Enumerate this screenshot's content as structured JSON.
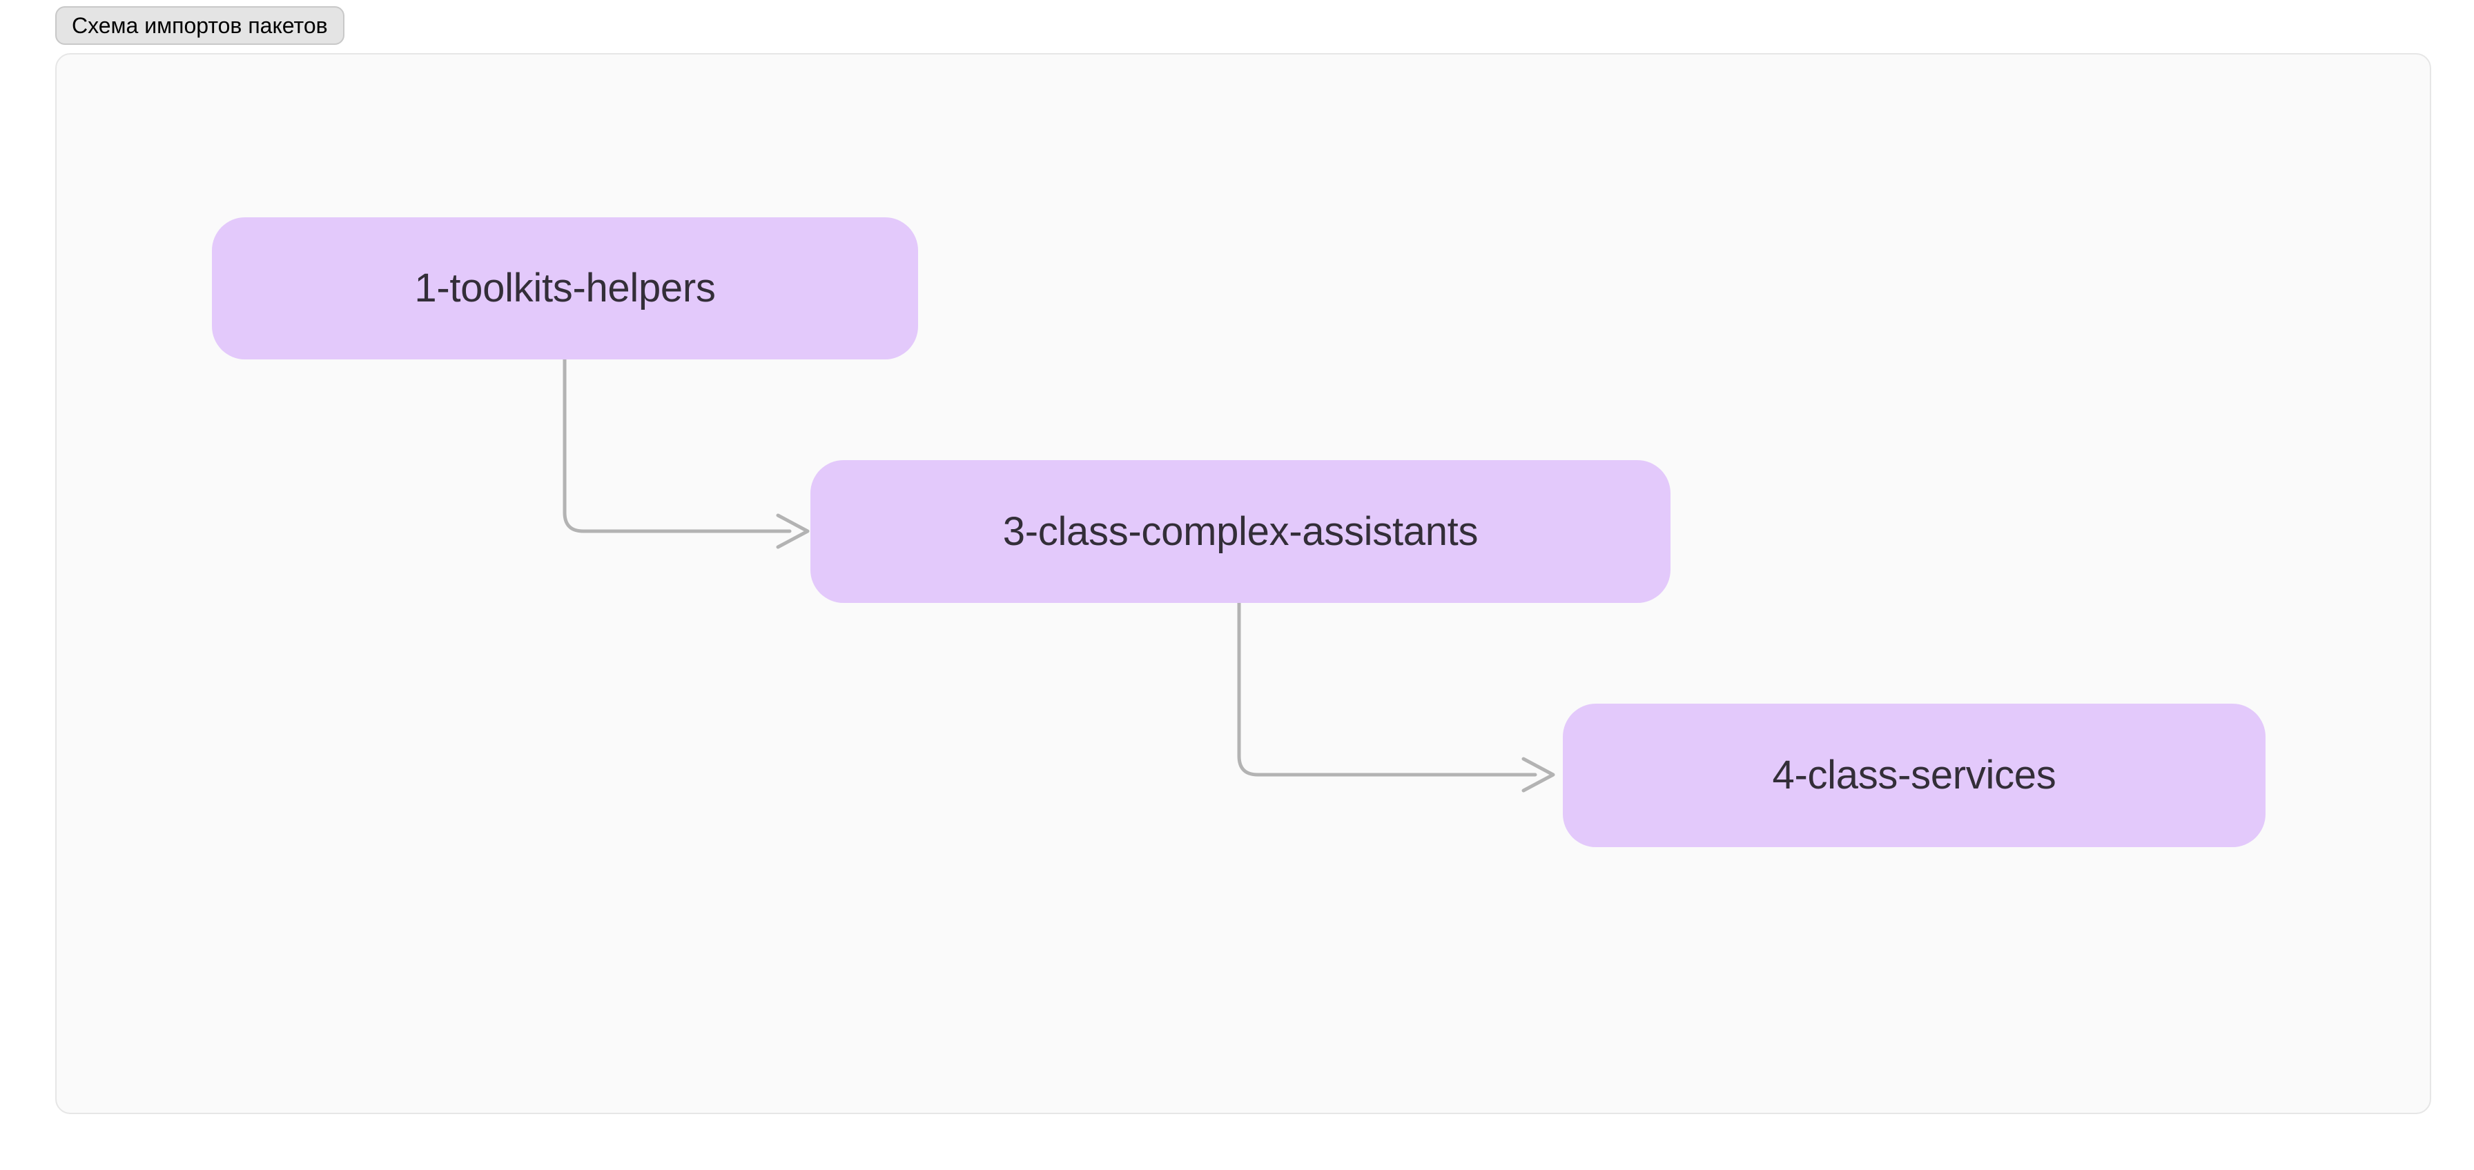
{
  "header": {
    "tab_label": "Схема импортов пакетов"
  },
  "colors": {
    "node_fill": "#e3c9fb",
    "node_text": "#332e38",
    "edge_stroke": "#b3b3b3",
    "canvas_bg": "#fafafa",
    "canvas_border": "#e6e6e6",
    "tab_bg": "#e4e4e4",
    "tab_border": "#c8c8c8",
    "page_bg": "#ffffff"
  },
  "graph": {
    "direction": "left-to-right-cascading",
    "nodes": [
      {
        "id": "node-1",
        "label": "1-toolkits-helpers"
      },
      {
        "id": "node-2",
        "label": "3-class-complex-assistants"
      },
      {
        "id": "node-3",
        "label": "4-class-services"
      }
    ],
    "edges": [
      {
        "id": "edge-1",
        "from": "1-toolkits-helpers",
        "to": "3-class-complex-assistants",
        "style": "elbow-arrow"
      },
      {
        "id": "edge-2",
        "from": "3-class-complex-assistants",
        "to": "4-class-services",
        "style": "elbow-arrow"
      }
    ]
  }
}
